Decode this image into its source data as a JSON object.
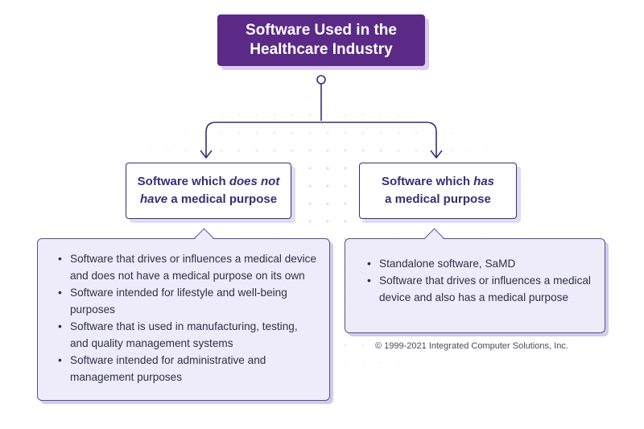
{
  "title": {
    "line1": "Software Used in the",
    "line2": "Healthcare Industry"
  },
  "categories": {
    "left": {
      "line1_prefix": "Software which ",
      "line1_emph": "does not",
      "line2_emph": "have",
      "line2_suffix": " a medical purpose"
    },
    "right": {
      "line1_prefix": "Software which ",
      "line1_emph": "has",
      "line2": "a medical purpose"
    }
  },
  "lists": {
    "left": [
      "Software that drives or influences a medical device and does not have a medical purpose on its own",
      "Software intended for lifestyle and well-being purposes",
      "Software that is used in manufacturing, testing, and quality management systems",
      "Software intended for administrative and management purposes"
    ],
    "right": [
      "Standalone software, SaMD",
      "Software that drives or influences a medical device and also has a medical purpose"
    ]
  },
  "copyright": "© 1999-2021 Integrated Computer Solutions, Inc.",
  "colors": {
    "title_bg": "#5b2a86",
    "border": "#3b2d73",
    "list_bg": "#eeecfa"
  }
}
